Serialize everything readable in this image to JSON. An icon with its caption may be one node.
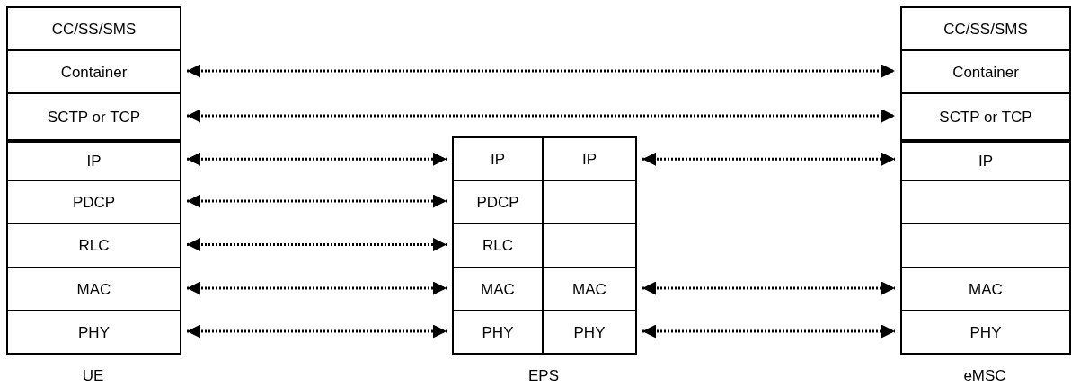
{
  "diagram": {
    "nodes": [
      {
        "text": [
          "CC/SS/SMS"
        ]
      },
      {
        "text": [
          "Container"
        ]
      },
      {
        "text": [
          "SCTP or TCP"
        ]
      },
      {
        "text": [
          "IP"
        ]
      },
      {
        "text": [
          "PDCP"
        ]
      },
      {
        "text": [
          "RLC"
        ]
      },
      {
        "text": [
          "MAC"
        ]
      },
      {
        "text": [
          "PHY"
        ]
      },
      {
        "text": [
          "IP"
        ]
      },
      {
        "text": [
          "PDCP"
        ]
      },
      {
        "text": [
          "RLC"
        ]
      },
      {
        "text": [
          "MAC"
        ]
      },
      {
        "text": [
          "PHY"
        ]
      },
      {
        "text": [
          "IP"
        ]
      },
      {
        "text": [],
        "shape": "box"
      },
      {
        "text": [],
        "shape": "box"
      },
      {
        "text": [
          "MAC"
        ]
      },
      {
        "text": [
          "PHY"
        ]
      },
      {
        "text": [
          "CC/SS/SMS"
        ]
      },
      {
        "text": [
          "Container"
        ]
      },
      {
        "text": [
          "SCTP or TCP"
        ]
      },
      {
        "text": [
          "IP"
        ]
      },
      {
        "text": [],
        "shape": "box"
      },
      {
        "text": [],
        "shape": "box"
      },
      {
        "text": [
          "MAC"
        ]
      },
      {
        "text": [
          "PHY"
        ]
      }
    ],
    "edges": [
      {
        "from": 1,
        "to": 19,
        "arrow": "both",
        "style": "dashed"
      },
      {
        "from": 2,
        "to": 20,
        "arrow": "both",
        "style": "dashed"
      },
      {
        "from": 3,
        "to": 8,
        "arrow": "both",
        "style": "dashed"
      },
      {
        "from": 4,
        "to": 9,
        "arrow": "both",
        "style": "dashed"
      },
      {
        "from": 5,
        "to": 10,
        "arrow": "both",
        "style": "dashed"
      },
      {
        "from": 6,
        "to": 11,
        "arrow": "both",
        "style": "dashed"
      },
      {
        "from": 7,
        "to": 12,
        "arrow": "both",
        "style": "dashed"
      },
      {
        "from": 13,
        "to": 21,
        "arrow": "both",
        "style": "dashed"
      },
      {
        "from": 16,
        "to": 24,
        "arrow": "both",
        "style": "dashed"
      },
      {
        "from": 17,
        "to": 25,
        "arrow": "both",
        "style": "dashed"
      }
    ],
    "labels": [
      "UE",
      "EPS",
      "eMSC"
    ]
  }
}
